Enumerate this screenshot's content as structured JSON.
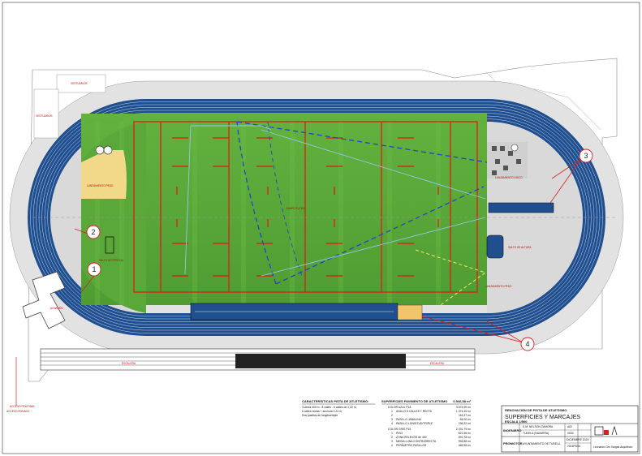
{
  "labels": {
    "vestuarios_top": "VESTUARIOS",
    "vestuarios_left": "VESTUARIOS",
    "almacen": "ALMACÉN",
    "acceso_peatonal": "ACCESO PEATONAL",
    "acceso_rodado": "ACCESO RODADO",
    "lanzamiento_peso_left": "LANZAMIENTO PESO",
    "lanzamiento_peso_right": "LANZAMIENTO PESO",
    "lanzamiento_disco": "LANZAMIENTO DISCO",
    "campo_futbol": "CAMPO FUTBOL",
    "salto_altura": "SALTO DE ALTURA",
    "salto_pertiga": "SALTO DE PÉRTIGA",
    "bottom_left_label": "ESCALERA",
    "bottom_right_label": "ESCALERA"
  },
  "callouts": [
    "1",
    "2",
    "3",
    "4"
  ],
  "legend_characteristics": {
    "title": "CARACTERÍSTICAS PISTA DE ATLETISMO:",
    "lines": [
      "Cuerda 400 m - 8 calles - 6 calles de 1,22 m",
      "6 calles rectas + anchura 1,22 m",
      "Dos pasillos de longitud/triple"
    ]
  },
  "legend_surfaces": {
    "title": "SUPERFICIES PAVIMENTO DE ATLETISMO",
    "total": "6.946,58 m²",
    "groups": [
      {
        "title": "COLOR AZUL P18",
        "value": "3.674,99 m²",
        "rows": [
          {
            "code": "1",
            "name": "ANILLO 8 CALLES + RECTA",
            "value": "1.374,40 m²"
          },
          {
            "code": "2",
            "name": "",
            "value": "118,37 m²"
          },
          {
            "code": "3",
            "name": "PASILLO JABALINA",
            "value": "84,00 m²"
          },
          {
            "code": "4",
            "name": "PASILLO LONGITUD/TRIPLE",
            "value": "236,22 m²"
          }
        ]
      },
      {
        "title": "COLOR GRIS P19",
        "value": "2.431,79 m²",
        "rows": [
          {
            "code": "1",
            "name": "PISO",
            "value": "621,56 m²"
          },
          {
            "code": "2",
            "name": "ZONA RELEVOS de 400",
            "value": "691,78 m²"
          },
          {
            "code": "3",
            "name": "MEDIA LUNA CONTRARRECTA",
            "value": "933,58 m²"
          },
          {
            "code": "4",
            "name": "PERÍMETRO PASILLOS",
            "value": "465,98 m²"
          }
        ]
      }
    ]
  },
  "title_block": {
    "project": "RENOVACIÓN DE PISTA DE ATLETISMO",
    "drawing_title": "SUPERFICIES Y MARCAJES",
    "scale_label": "ESCALA 1/500",
    "plan_code": "A02",
    "author_label": "INGENIERO",
    "author": "E.M. NELSON ZAMORA",
    "location": "TUDELA (NAVARRA)",
    "date": "DICIEMBRE 2015",
    "ref": "2015PD04",
    "promoter_label": "PROMOTOR",
    "promoter": "AYUNTAMIENTO DE TUDELA",
    "firm": "Leonardo Oro Vargas Arquitecto",
    "sheet_code": "0003"
  },
  "colors": {
    "track_blue": "#1f4f8f",
    "track_light": "#d8d8d8",
    "field_green": "#5aa83a",
    "marking_red": "#ee1111",
    "dashed_blue": "#2244cc",
    "callout_red": "#d42020"
  }
}
